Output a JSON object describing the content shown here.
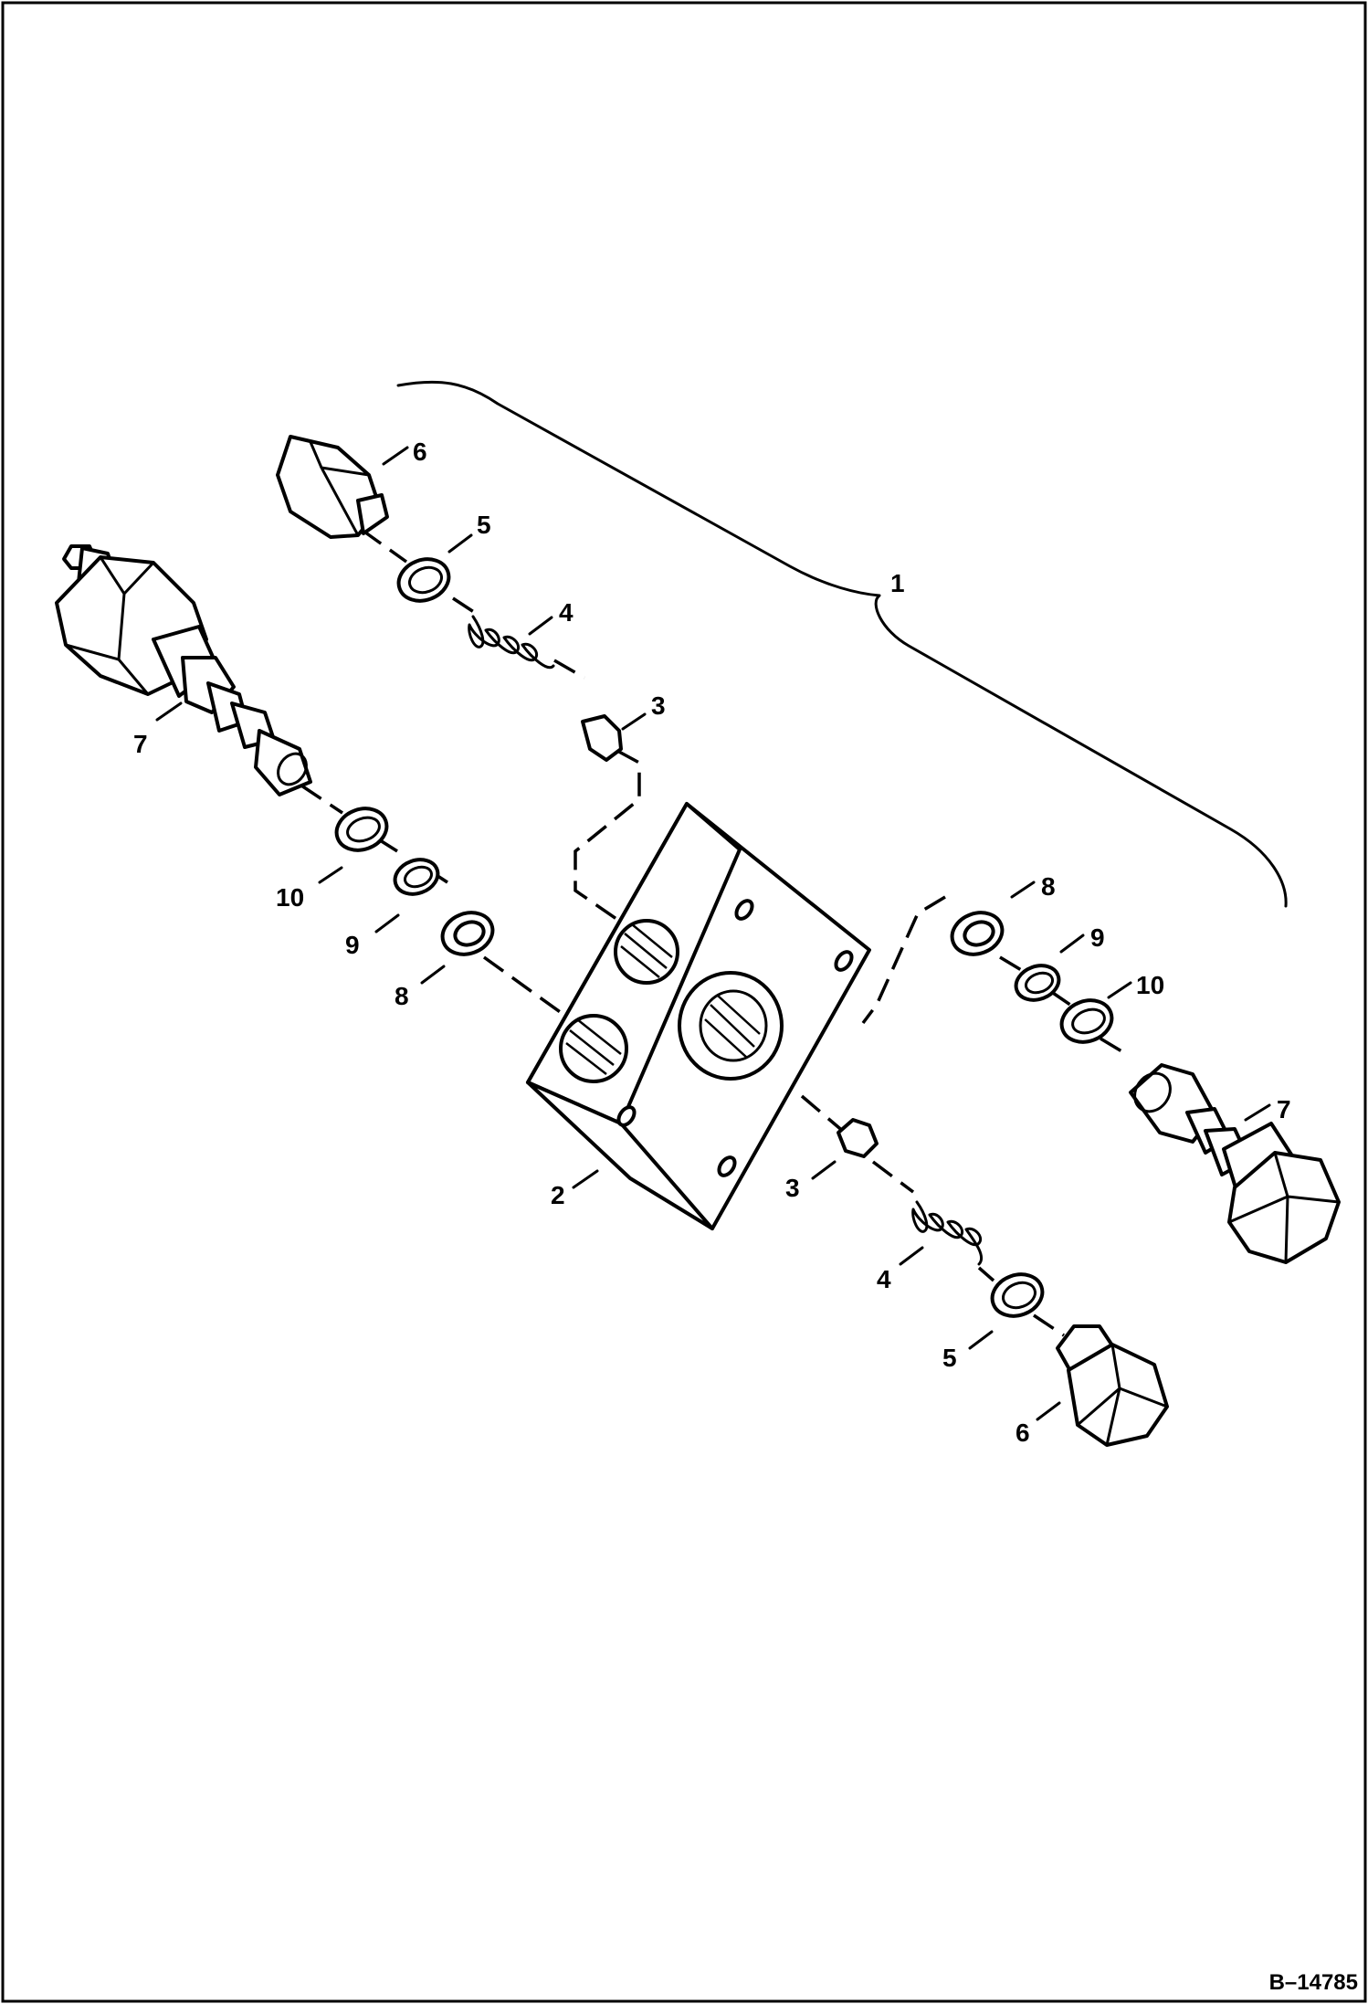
{
  "figure_id": "B–14785",
  "callouts": {
    "c1": "1",
    "c2": "2",
    "c3_upper": "3",
    "c3_lower": "3",
    "c4_upper": "4",
    "c4_lower": "4",
    "c5_upper": "5",
    "c5_lower": "5",
    "c6_upper": "6",
    "c6_lower": "6",
    "c7_left": "7",
    "c7_right": "7",
    "c8_left": "8",
    "c8_right": "8",
    "c9_left": "9",
    "c9_right": "9",
    "c10_left": "10",
    "c10_right": "10"
  }
}
